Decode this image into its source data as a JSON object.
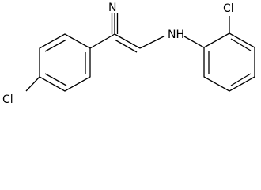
{
  "molecule": {
    "atoms": {
      "nitrile_n": "N",
      "amine_nh": "NH",
      "cl_top": "Cl",
      "cl_bottom": "Cl"
    },
    "colors": {
      "bond": "#000000",
      "label": "#000000",
      "background": "#ffffff"
    }
  }
}
